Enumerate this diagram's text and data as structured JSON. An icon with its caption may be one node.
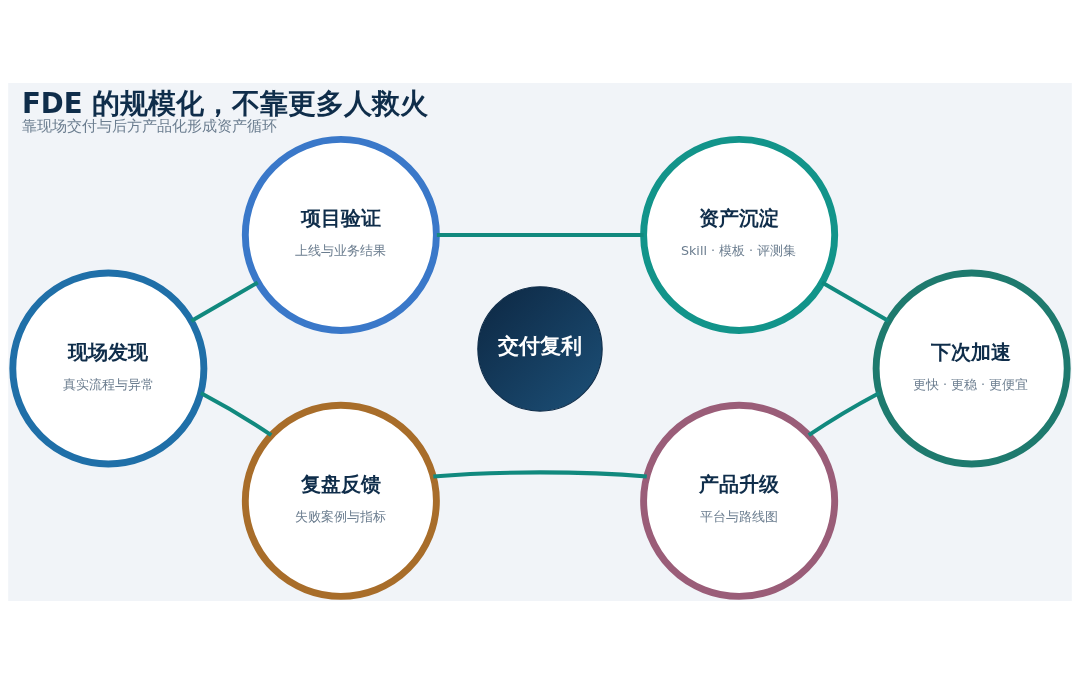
{
  "diagram": {
    "title": "FDE 的规模化，不靠更多人救火",
    "caption": "靠现场交付与后方产品化形成资产循环",
    "nodes": [
      {
        "text": [
          "现场发现",
          "真实流程与异常"
        ]
      },
      {
        "text": [
          "项目验证",
          "上线与业务结果"
        ]
      },
      {
        "text": [
          "资产沉淀",
          "Skill · 模板 · 评测集"
        ]
      },
      {
        "text": [
          "下次加速",
          "更快 · 更稳 · 更便宜"
        ]
      },
      {
        "text": [
          "产品升级",
          "平台与路线图"
        ]
      },
      {
        "text": [
          "复盘反馈",
          "失败案例与指标"
        ]
      },
      {
        "text": [
          "交付复利"
        ]
      }
    ],
    "edges": [
      {
        "from": 0,
        "to": 1,
        "arrow": "none"
      },
      {
        "from": 1,
        "to": 2,
        "arrow": "none"
      },
      {
        "from": 2,
        "to": 3,
        "arrow": "none"
      },
      {
        "from": 3,
        "to": 4,
        "arrow": "none"
      },
      {
        "from": 4,
        "to": 5,
        "arrow": "none"
      },
      {
        "from": 5,
        "to": 0,
        "arrow": "none"
      }
    ]
  }
}
